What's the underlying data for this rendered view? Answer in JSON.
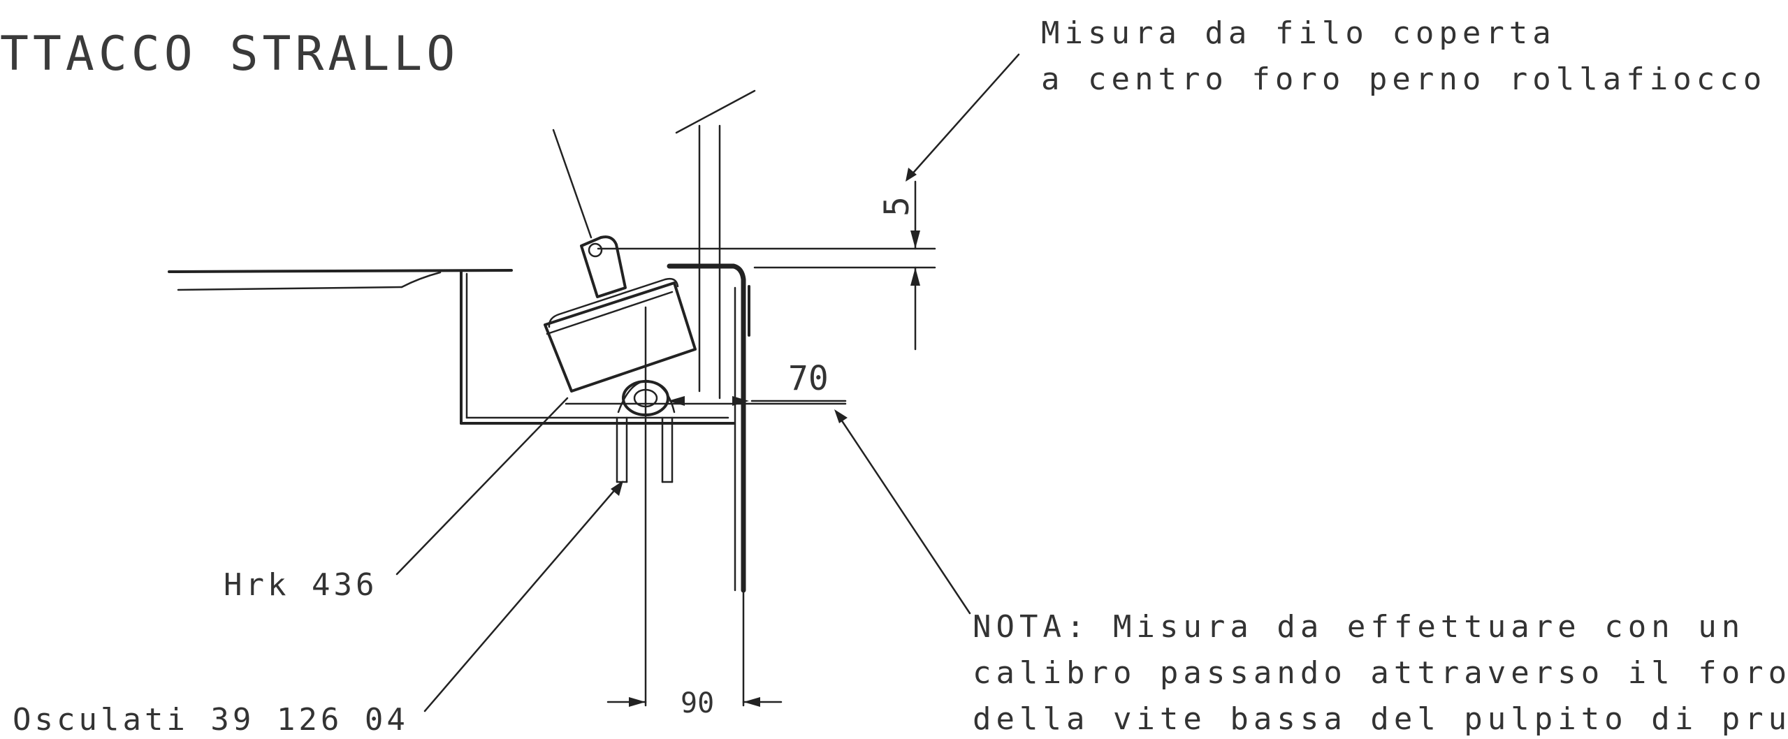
{
  "title": "TTACCO STRALLO",
  "notes": {
    "deck_measure_line1": "Misura da filo coperta",
    "deck_measure_line2": "a centro foro perno rollafiocco",
    "nota_line1": "NOTA: Misura da effettuare con un",
    "nota_line2": "calibro passando attraverso il foro",
    "nota_line3": "della vite bassa del pulpito di prua"
  },
  "dimensions": {
    "vertical": "5",
    "horizontal_upper": "70",
    "horizontal_lower": "90"
  },
  "parts": {
    "fitting": "Hrk 436",
    "bolt": "Osculati 39 126 04"
  }
}
